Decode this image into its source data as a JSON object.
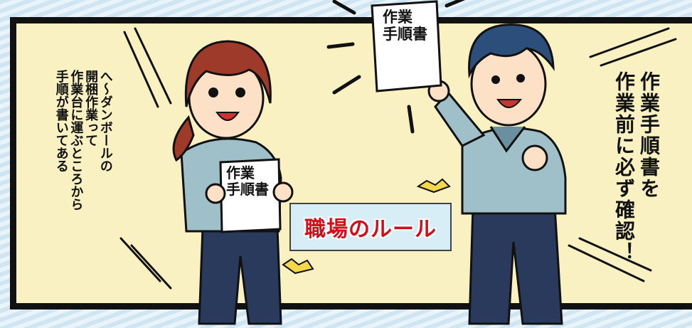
{
  "scene": {
    "left_speech": "へ〜ダンボールの\n開梱作業って\n作業台に運ぶところから\n手順が書いてある",
    "right_speech": "作業手順書を\n作業前に必ず確認！",
    "raised_document_label": "作業\n手順書",
    "held_document_label": "作業\n手順書",
    "rule_label": "職場のルール"
  },
  "colors": {
    "panel_background": "#faf1c2",
    "rule_text": "#d40d1a",
    "rule_box": "#d8eef6",
    "uniform": "#9fc0c8",
    "pants": "#2a3a5c"
  }
}
